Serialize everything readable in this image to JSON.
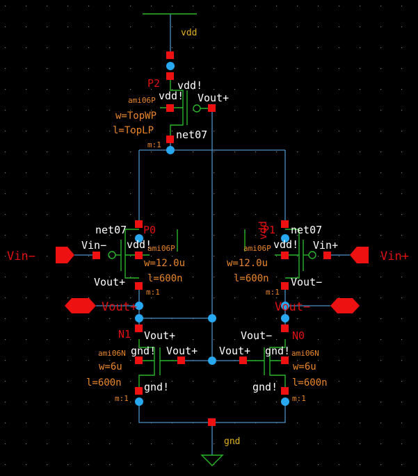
{
  "colors": {
    "background": "#000000",
    "wire": "#4a90c8",
    "device": "#2bb52b",
    "pin": "#ee1111",
    "junction": "#27a8f0",
    "pin_label": "#e01010",
    "property": "#e8862a",
    "net_label": "#ffffff",
    "supply": "#e0b020"
  },
  "supply": {
    "vdd": "vdd",
    "gnd": "gnd",
    "gnd_symbol": "gnd-symbol-icon"
  },
  "ports": {
    "vin_minus": "Vin−",
    "vin_plus": "Vin+",
    "vout_plus": "Vout+",
    "vout_minus": "Vout−"
  },
  "devices": {
    "P2": {
      "name": "P2",
      "model": "ami06P",
      "w": "w=TopWP",
      "l": "l=TopLP",
      "m": "m:1",
      "bulk": "vdd!",
      "source": "vdd!",
      "gate": "Vout+",
      "drain": "net07"
    },
    "P0": {
      "name": "P0",
      "model": "ami06P",
      "w": "w=12.0u",
      "l": "l=600n",
      "m": "m:1",
      "source": "net07",
      "gate": "Vin−",
      "bulk": "vdd!",
      "drain": "Vout+"
    },
    "P1": {
      "name": "P1",
      "model": "ami06P",
      "w": "w=12.0u",
      "l": "l=600n",
      "m": "m:1",
      "source": "net07",
      "gate": "Vin+",
      "bulk": "vdd!",
      "drain": "Vout−",
      "pin_overlay": "vdd"
    },
    "N1": {
      "name": "N1",
      "model": "ami06N",
      "w": "w=6u",
      "l": "l=600n",
      "m": "m:1",
      "drain": "Vout+",
      "gate": "Vout+",
      "bulk": "gnd!",
      "source": "gnd!"
    },
    "N0": {
      "name": "N0",
      "model": "ami06N",
      "w": "w=6u",
      "l": "l=600n",
      "m": "m:1",
      "drain": "Vout−",
      "gate": "Vout+",
      "bulk": "gnd!",
      "source": "gnd!"
    }
  }
}
